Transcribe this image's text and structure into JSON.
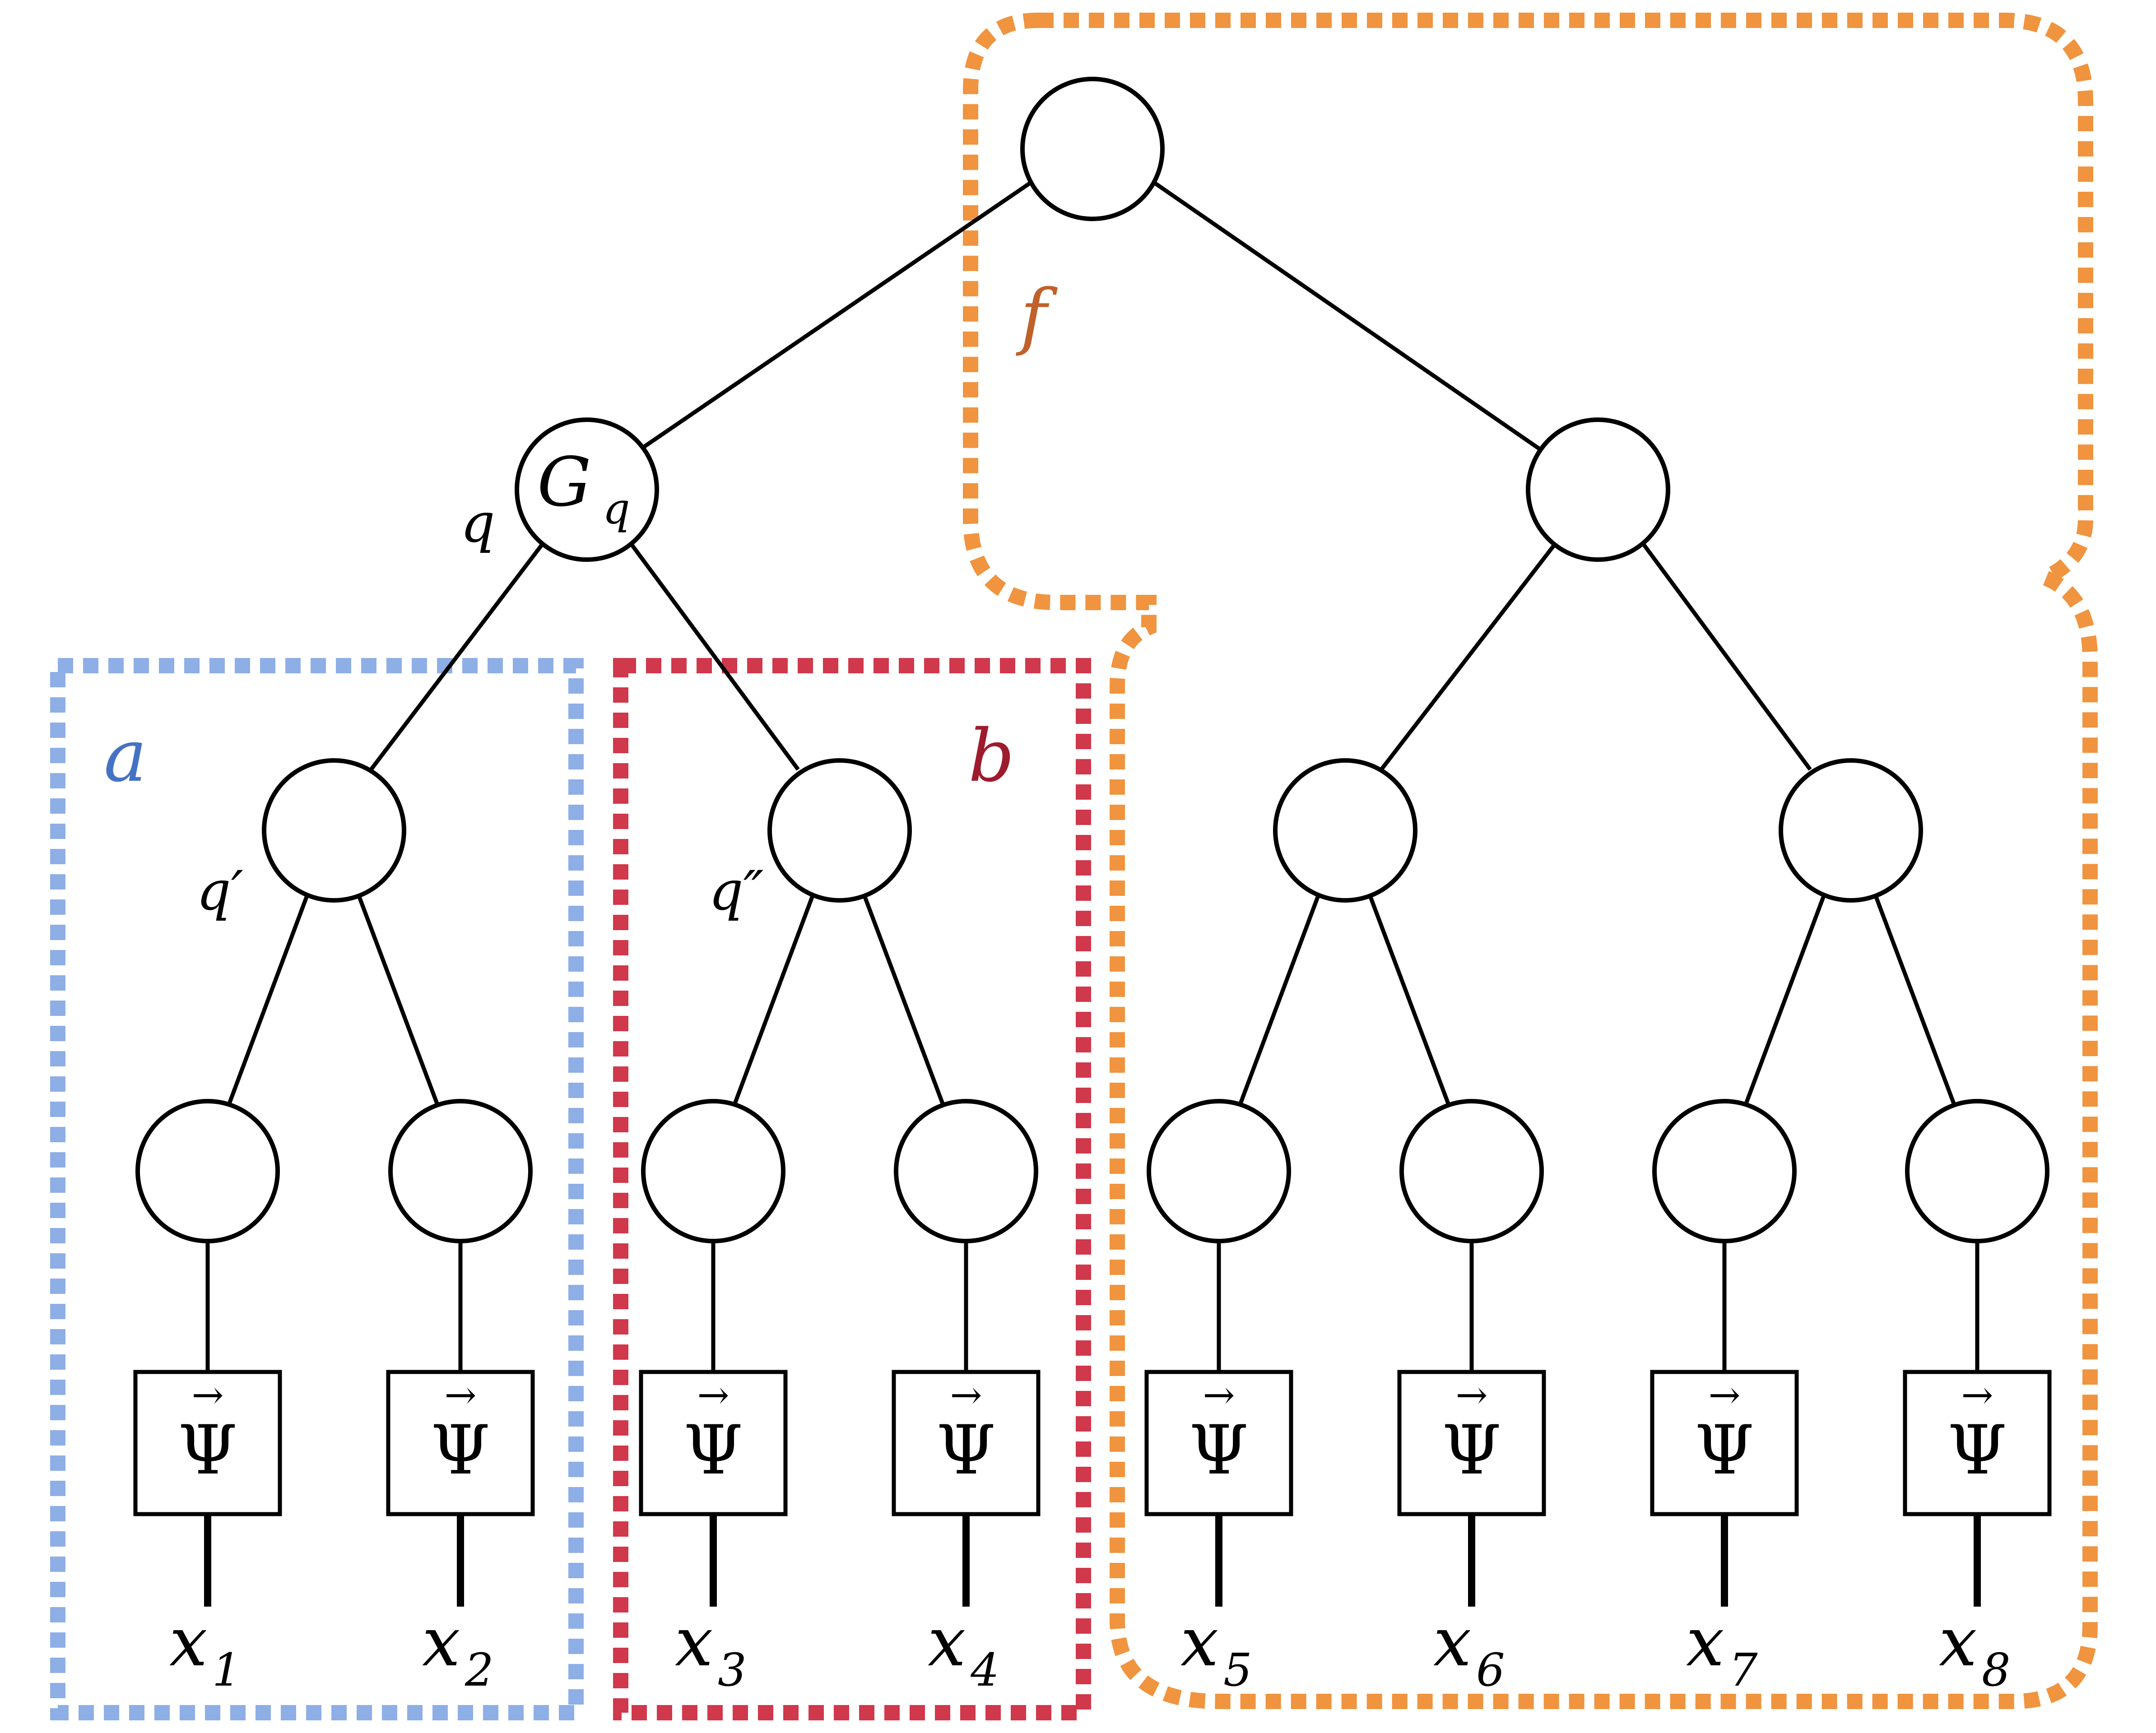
{
  "regions": {
    "a": {
      "label": "a",
      "color": "#8EAEE6",
      "text_color": "#4472C4"
    },
    "b": {
      "label": "b",
      "color": "#D0384B",
      "text_color": "#9E1B2E"
    },
    "f": {
      "label": "f",
      "color": "#F0943F",
      "text_color": "#C0612B"
    }
  },
  "root_gate": {
    "symbol": "G",
    "subscript": "q"
  },
  "edge_labels": {
    "q": "q",
    "q_prime": "q′",
    "q_double_prime": "q″"
  },
  "feature_map": {
    "symbol": "Ψ",
    "arrow": "→"
  },
  "inputs": [
    {
      "symbol": "x",
      "subscript": "1"
    },
    {
      "symbol": "x",
      "subscript": "2"
    },
    {
      "symbol": "x",
      "subscript": "3"
    },
    {
      "symbol": "x",
      "subscript": "4"
    },
    {
      "symbol": "x",
      "subscript": "5"
    },
    {
      "symbol": "x",
      "subscript": "6"
    },
    {
      "symbol": "x",
      "subscript": "7"
    },
    {
      "symbol": "x",
      "subscript": "8"
    }
  ]
}
